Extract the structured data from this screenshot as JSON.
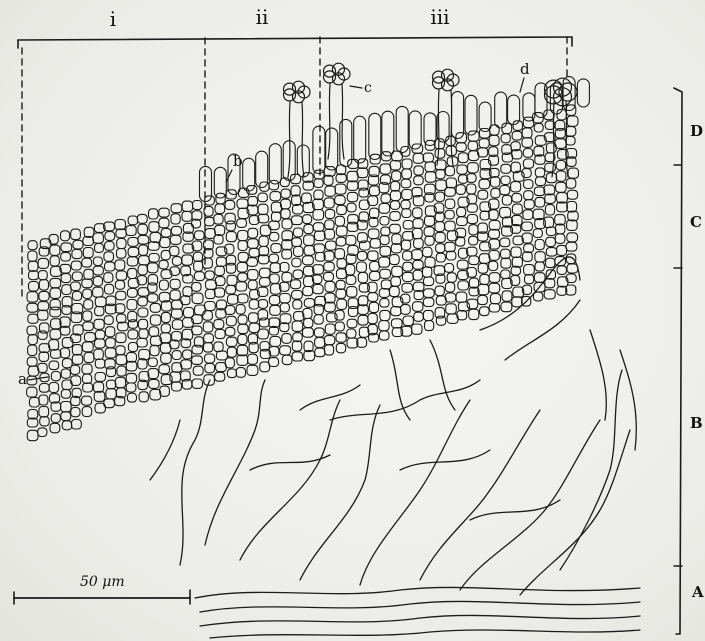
{
  "figure": {
    "column_labels": [
      "i",
      "ii",
      "iii"
    ],
    "layer_labels": [
      "D",
      "C",
      "B",
      "A"
    ],
    "cell_labels": [
      "a",
      "b",
      "c",
      "d"
    ],
    "scale_bar_label": "50 μm"
  }
}
